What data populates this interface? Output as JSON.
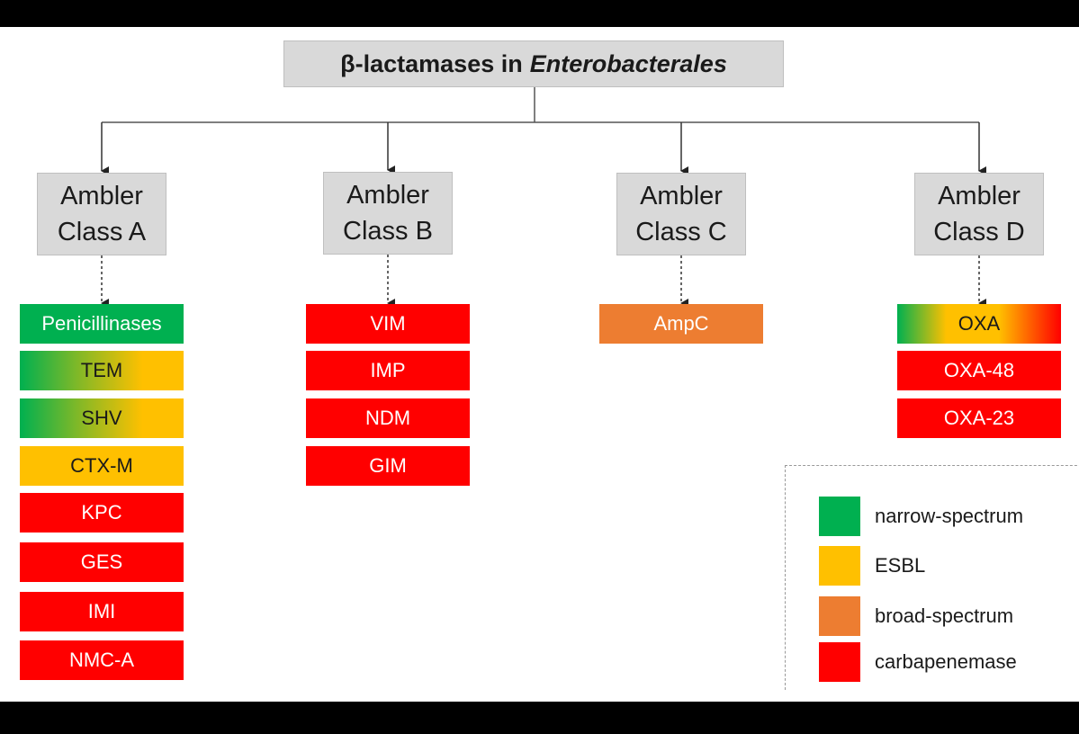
{
  "title": {
    "prefix": "β-lactamases in",
    "italic": "Enterobacterales"
  },
  "classes": [
    {
      "line1": "Ambler",
      "line2": "Class A",
      "items": [
        {
          "label": "Penicillinases",
          "type": "narrow"
        },
        {
          "label": "TEM",
          "type": "narrow-esbl"
        },
        {
          "label": "SHV",
          "type": "narrow-esbl"
        },
        {
          "label": "CTX-M",
          "type": "esbl"
        },
        {
          "label": "KPC",
          "type": "carbapenemase"
        },
        {
          "label": "GES",
          "type": "carbapenemase"
        },
        {
          "label": "IMI",
          "type": "carbapenemase"
        },
        {
          "label": "NMC-A",
          "type": "carbapenemase"
        }
      ]
    },
    {
      "line1": "Ambler",
      "line2": "Class B",
      "items": [
        {
          "label": "VIM",
          "type": "carbapenemase"
        },
        {
          "label": "IMP",
          "type": "carbapenemase"
        },
        {
          "label": "NDM",
          "type": "carbapenemase"
        },
        {
          "label": "GIM",
          "type": "carbapenemase"
        }
      ]
    },
    {
      "line1": "Ambler",
      "line2": "Class C",
      "items": [
        {
          "label": "AmpC",
          "type": "broad-spectrum"
        }
      ]
    },
    {
      "line1": "Ambler",
      "line2": "Class D",
      "items": [
        {
          "label": "OXA",
          "type": "narrow-esbl-carbapenemase"
        },
        {
          "label": "OXA-48",
          "type": "carbapenemase"
        },
        {
          "label": "OXA-23",
          "type": "carbapenemase"
        }
      ]
    }
  ],
  "legend": [
    {
      "label": "narrow-spectrum",
      "color": "#00b050"
    },
    {
      "label": "ESBL",
      "color": "#ffc000"
    },
    {
      "label": "broad-spectrum",
      "color": "#ed7d31"
    },
    {
      "label": "carbapenemase",
      "color": "#ff0000"
    }
  ]
}
